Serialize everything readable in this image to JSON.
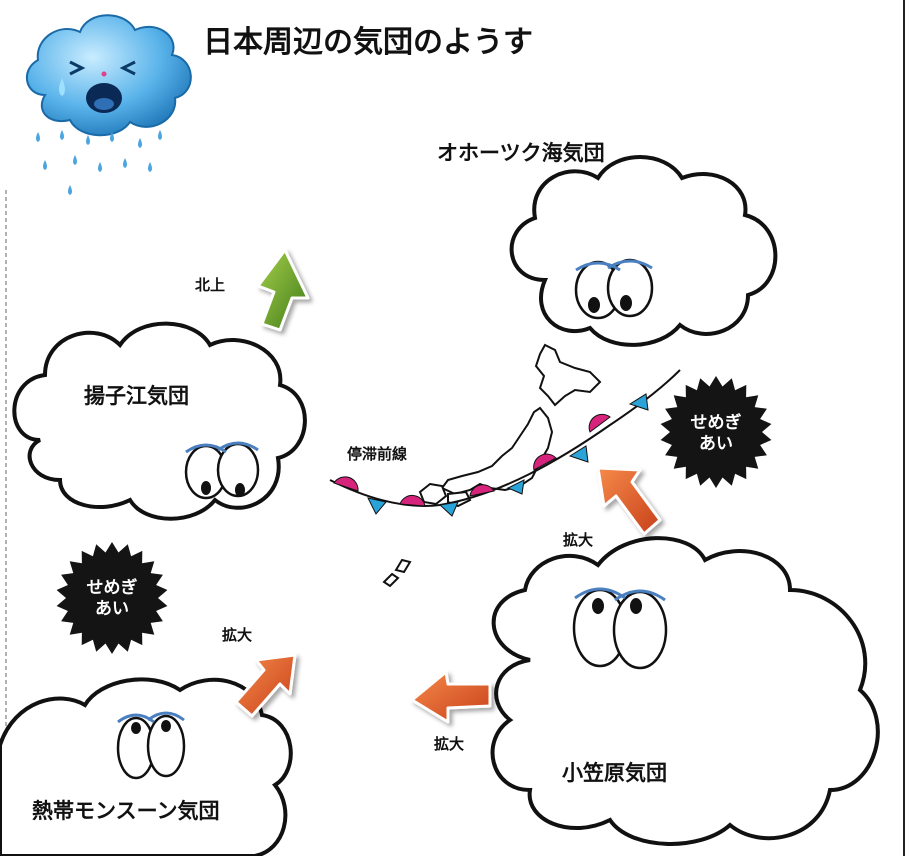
{
  "title": "日本周辺の気団のようす",
  "air_masses": {
    "okhotsk": "オホーツク海気団",
    "yangtze": "揚子江気団",
    "ogasawara": "小笠原気団",
    "tropical_monsoon": "熱帯モンスーン気団"
  },
  "front_label": "停滞前線",
  "arrows": {
    "north": "北上",
    "expand_1": "拡大",
    "expand_2": "拡大",
    "expand_3": "拡大"
  },
  "clash_badges": [
    {
      "line1": "せめぎ",
      "line2": "あい"
    },
    {
      "line1": "せめぎ",
      "line2": "あい"
    }
  ],
  "colors": {
    "north_arrow": "#6b9a2c",
    "expand_arrow": "#e05a2a",
    "front_warm": "#d6247c",
    "front_cold": "#2aa3d8",
    "rain_cloud": "#4aa5e0",
    "badge": "#141414"
  },
  "icons": [
    "crying-rain-cloud-icon",
    "arrow-up-icon",
    "arrow-left-icon",
    "starburst-badge-icon",
    "cartoon-eyes-icon"
  ]
}
